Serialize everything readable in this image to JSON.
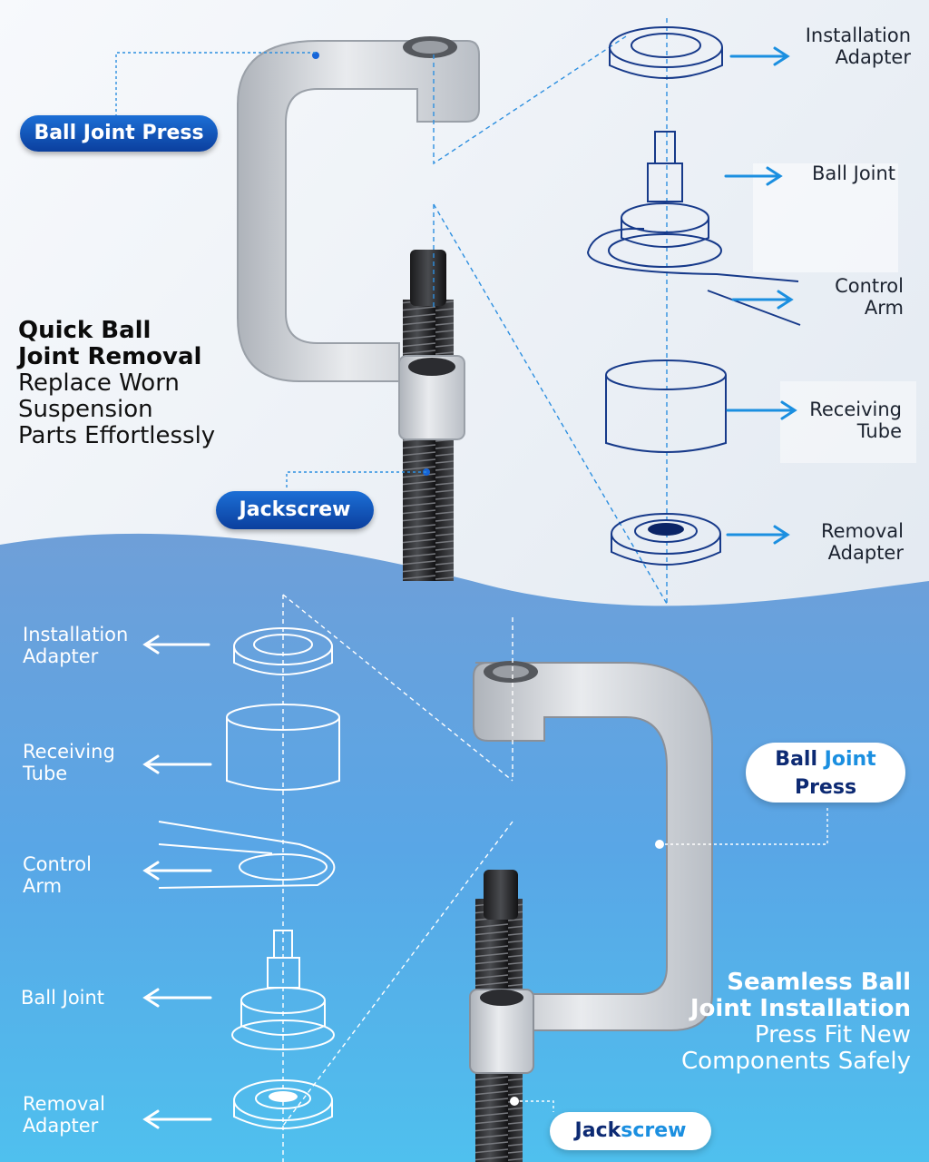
{
  "top_labels": {
    "installation_adapter": [
      "Installation",
      "Adapter"
    ],
    "ball_joint": "Ball Joint",
    "control_arm": [
      "Control",
      "Arm"
    ],
    "receiving_tube": [
      "Receiving",
      "Tube"
    ],
    "removal_adapter": [
      "Removal",
      "Adapter"
    ]
  },
  "bottom_labels": {
    "installation_adapter": [
      "Installation",
      "Adapter"
    ],
    "receiving_tube": [
      "Receiving",
      "Tube"
    ],
    "control_arm": [
      "Control",
      "Arm"
    ],
    "ball_joint": "Ball Joint",
    "removal_adapter": [
      "Removal",
      "Adapter"
    ]
  },
  "callouts": {
    "top_press": "Ball Joint  Press",
    "top_jackscrew": "Jackscrew",
    "bottom_press_line1_a": "Ball ",
    "bottom_press_line1_b": "Joint",
    "bottom_press_line2": "Press",
    "bottom_jackscrew_a": "Jack",
    "bottom_jackscrew_b": "screw"
  },
  "removal_text": {
    "headline": [
      "Quick Ball",
      "Joint Removal"
    ],
    "body": [
      "Replace Worn",
      "Suspension",
      "Parts Effortlessly"
    ]
  },
  "install_text": {
    "headline": [
      "Seamless Ball",
      "Joint Installation"
    ],
    "body": [
      "Press Fit New",
      "Components Safely"
    ]
  },
  "colors": {
    "accent_blue": "#0b3f9e",
    "arrow_blue": "#1b8fe0",
    "bottom_bg": "#5aa8e6",
    "silver": "#c9ccd1"
  }
}
